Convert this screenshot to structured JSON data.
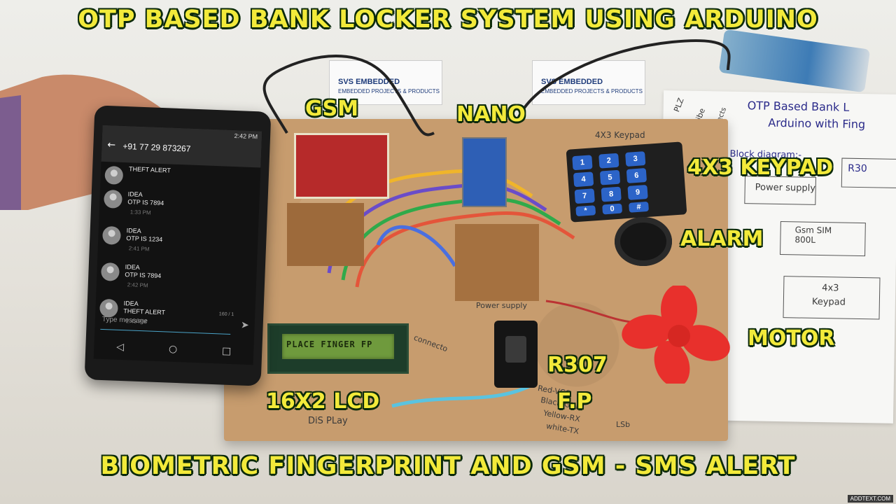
{
  "headline_top": "OTP BASED BANK LOCKER SYSTEM USING ARDUINO",
  "headline_bottom": "BIOMETRIC FINGERPRINT AND GSM - SMS ALERT",
  "labels": {
    "gsm": "GSM",
    "nano": "NANO",
    "keypad": "4X3 KEYPAD",
    "alarm": "ALARM",
    "motor": "MOTOR",
    "fp_model": "R307",
    "fp_short": "F.P",
    "lcd": "16X2 LCD"
  },
  "phone": {
    "contact": "+91 77 29 873267",
    "status_time": "2:42 PM",
    "messages": [
      {
        "sender": "",
        "body": "THEFT ALERT",
        "time": ""
      },
      {
        "sender": "IDEA",
        "body": "OTP IS 7894",
        "time": "1:33 PM"
      },
      {
        "sender": "IDEA",
        "body": "OTP IS 1234",
        "time": "2:41 PM"
      },
      {
        "sender": "IDEA",
        "body": "OTP IS 7894",
        "time": "2:42 PM"
      },
      {
        "sender": "IDEA",
        "body": "THEFT ALERT",
        "time": "2:43 PM"
      }
    ],
    "compose_placeholder": "Type message",
    "char_count": "160 / 1"
  },
  "lcd_display": "PLACE FINGER FP",
  "keypad_keys": [
    "1",
    "2",
    "3",
    "4",
    "5",
    "6",
    "7",
    "8",
    "9",
    "*",
    "0",
    "#"
  ],
  "keypad_tag": "4X3 Keypad",
  "board_annotations": {
    "power_supply": "Power supply",
    "display": "DiS PLay",
    "connector": "connecto",
    "red": "Red-VCC",
    "black": "Black-GND",
    "yellow": "Yellow-RX",
    "white": "white-TX",
    "lsb": "LSb"
  },
  "cards": [
    {
      "name": "SVS EMBEDDED",
      "sub": "EMBEDDED PROJECTS & PRODUCTS"
    },
    {
      "name": "SVS EMBEDDED",
      "sub": "EMBEDDED PROJECTS & PRODUCTS"
    }
  ],
  "notes": {
    "title_1": "OTP Based Bank L",
    "title_2": "Arduino with Fing",
    "subscribe_1": "PLZ",
    "subscribe_2": "Subscribe",
    "subscribe_3": "for more Projects",
    "block": "Block diagram:-",
    "power": "Power supply",
    "gsm": "Gsm SIM 800L",
    "keypad_a": "4x3",
    "keypad_b": "Keypad",
    "r30": "R30"
  },
  "watermark": "ADDTEXT.COM",
  "colors": {
    "headline": "#f2ea3a",
    "outline": "#0b2a0b",
    "board": "#c79c6e",
    "fan": "#e8302c",
    "keys": "#2c64c8"
  }
}
